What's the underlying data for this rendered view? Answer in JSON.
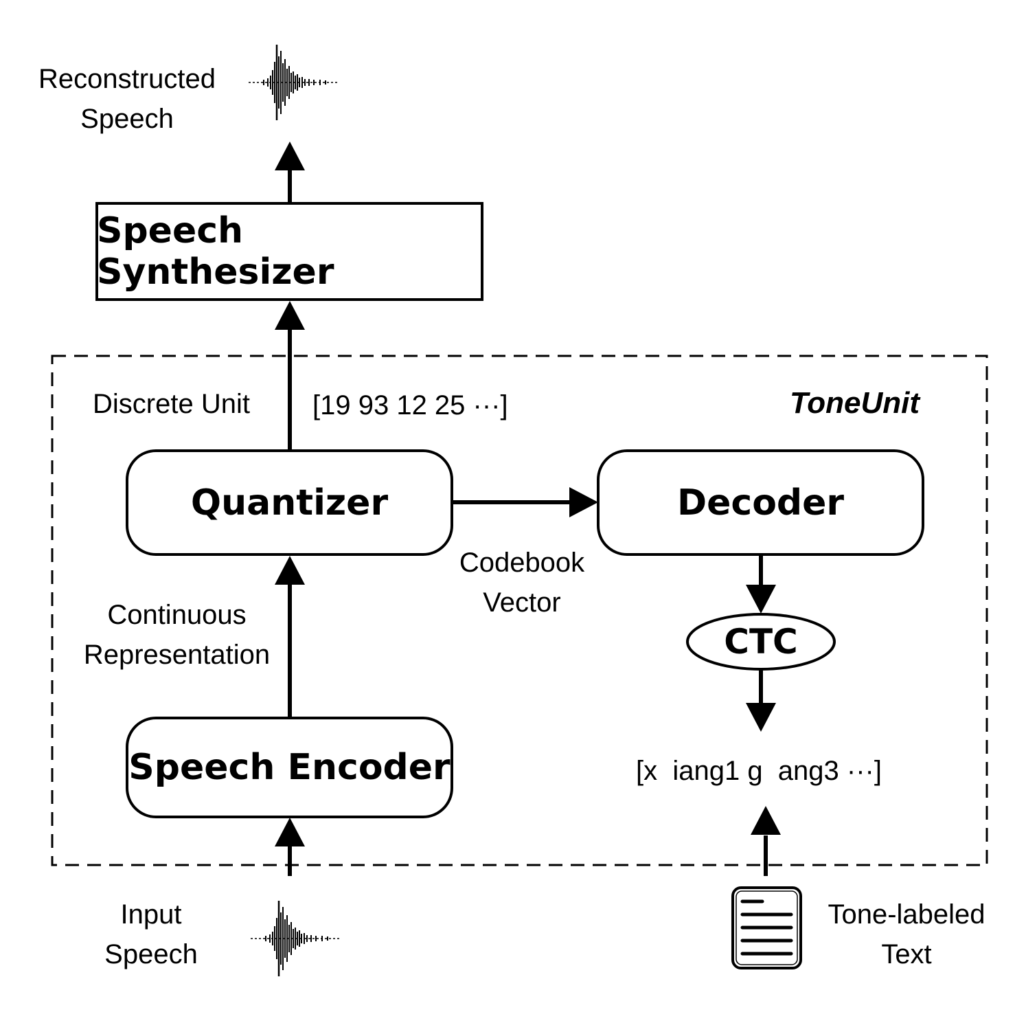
{
  "labels": {
    "reconstructed_speech": [
      "Reconstructed",
      "Speech"
    ],
    "input_speech": [
      "Input",
      "Speech"
    ],
    "tone_labeled_text": [
      "Tone-labeled",
      "Text"
    ],
    "discrete_unit": "Discrete Unit",
    "discrete_sequence": "[19 93 12 25 ···]",
    "codebook_vector": [
      "Codebook",
      "Vector"
    ],
    "continuous_representation": [
      "Continuous",
      "Representation"
    ],
    "pinyin_sequence": "[x  iang1 g  ang3 ···]",
    "group_title": "ToneUnit"
  },
  "blocks": {
    "speech_synthesizer": "Speech Synthesizer",
    "quantizer": "Quantizer",
    "decoder": "Decoder",
    "ctc": "CTC",
    "speech_encoder": "Speech Encoder"
  },
  "icons": {
    "waveform_output": "waveform-icon",
    "waveform_input": "waveform-icon",
    "document": "document-icon"
  },
  "colors": {
    "stroke": "#000000",
    "background": "#ffffff"
  }
}
